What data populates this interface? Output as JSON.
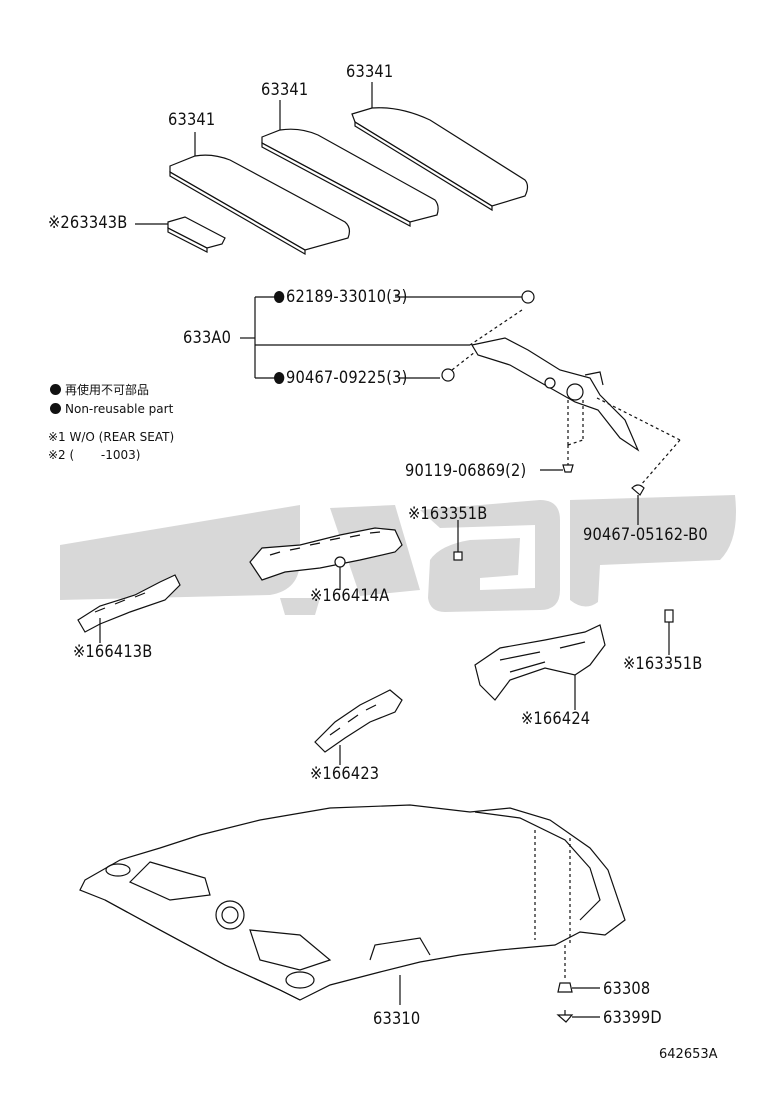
{
  "labels": {
    "p63341_a": "63341",
    "p63341_b": "63341",
    "p63341_c": "63341",
    "p63343b": "※263343B",
    "p62189": "62189-33010(3)",
    "p633a0": "633A0",
    "p90467_09225": "90467-09225(3)",
    "p90119": "90119-06869(2)",
    "p90467_05162": "90467-05162-B0",
    "p63351b_a": "※163351B",
    "p66414a": "※166414A",
    "p66413b": "※166413B",
    "p63351b_b": "※163351B",
    "p66424": "※166424",
    "p66423": "※166423",
    "p63308": "63308",
    "p63399d": "63399D",
    "p63310": "63310"
  },
  "legend": {
    "jp": "再使用不可部品",
    "en": "Non-reusable part",
    "note1": "※1 W/O (REAR SEAT)",
    "note2": "※2 (       -1003)"
  },
  "figure_code": "642653A",
  "colors": {
    "line": "#111111",
    "watermark": "#d9d9d9"
  }
}
